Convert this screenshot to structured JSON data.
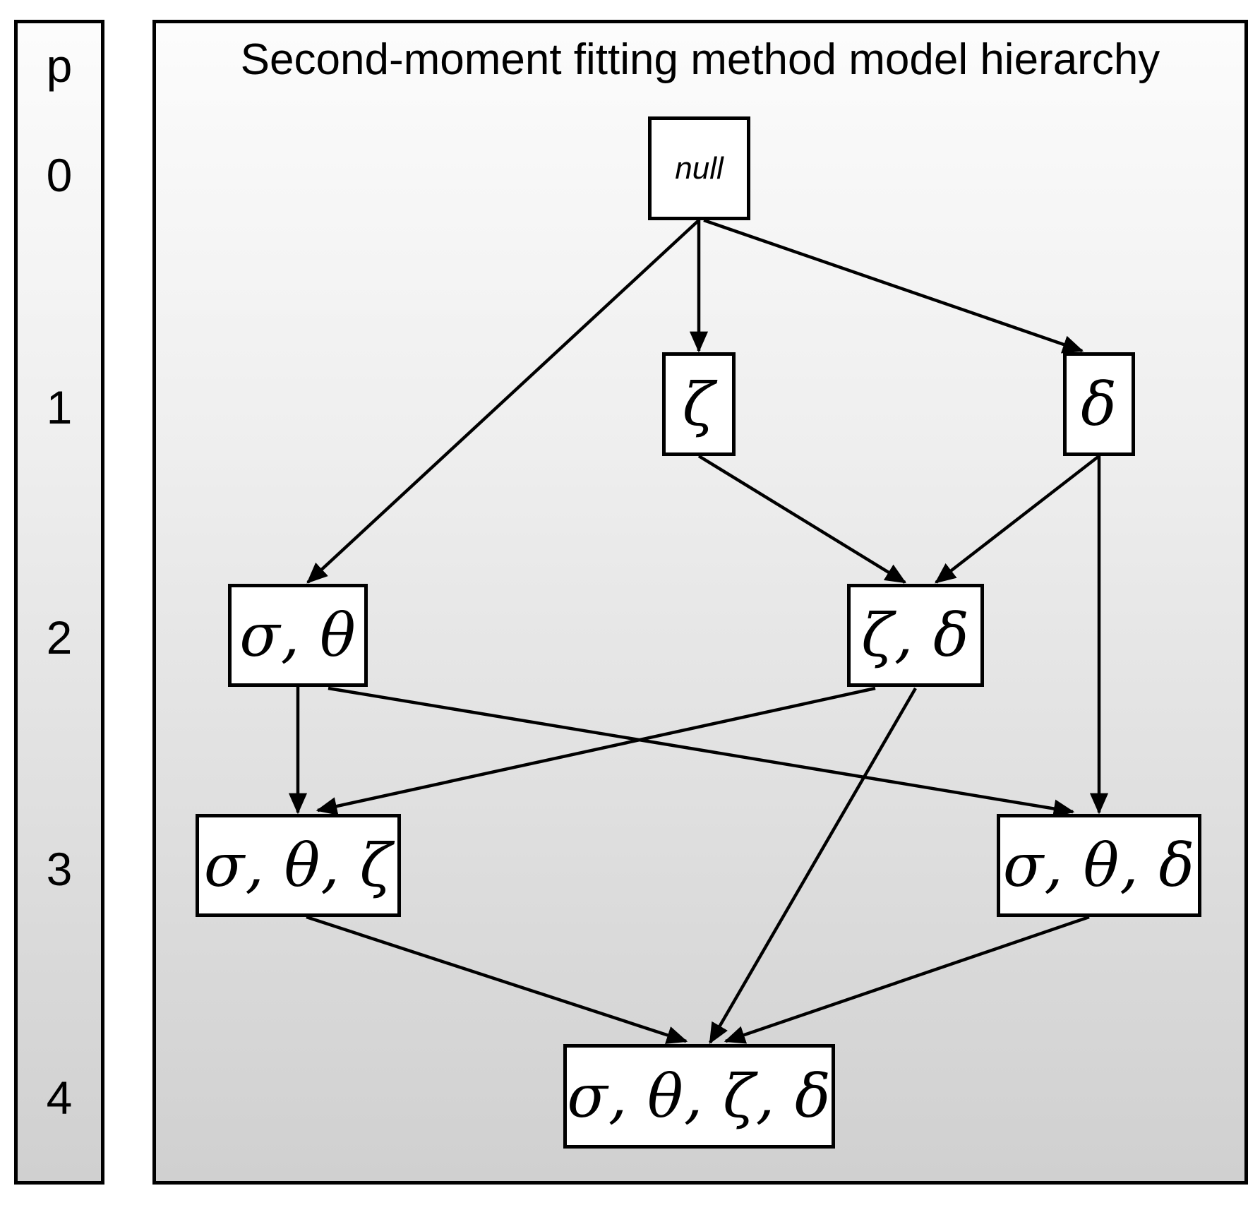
{
  "sidebar": {
    "header": "p",
    "levels": [
      "0",
      "1",
      "2",
      "3",
      "4"
    ]
  },
  "panel": {
    "title": "Second-moment fitting method model hierarchy"
  },
  "diagram": {
    "nodes": [
      {
        "id": "null",
        "label": "null",
        "p": 0
      },
      {
        "id": "zeta",
        "label": "ζ",
        "p": 1
      },
      {
        "id": "delta",
        "label": "δ",
        "p": 1
      },
      {
        "id": "sigma-theta",
        "label": "σ, θ",
        "p": 2
      },
      {
        "id": "zeta-delta",
        "label": "ζ, δ",
        "p": 2
      },
      {
        "id": "sigma-theta-zeta",
        "label": "σ, θ, ζ",
        "p": 3
      },
      {
        "id": "sigma-theta-delta",
        "label": "σ, θ, δ",
        "p": 3
      },
      {
        "id": "sigma-theta-zeta-delta",
        "label": "σ, θ, ζ, δ",
        "p": 4
      }
    ],
    "edges": [
      {
        "from": "null",
        "to": "sigma-theta"
      },
      {
        "from": "null",
        "to": "zeta"
      },
      {
        "from": "null",
        "to": "delta"
      },
      {
        "from": "zeta",
        "to": "zeta-delta"
      },
      {
        "from": "delta",
        "to": "zeta-delta"
      },
      {
        "from": "delta",
        "to": "sigma-theta-delta"
      },
      {
        "from": "sigma-theta",
        "to": "sigma-theta-zeta"
      },
      {
        "from": "sigma-theta",
        "to": "sigma-theta-delta"
      },
      {
        "from": "zeta-delta",
        "to": "sigma-theta-zeta"
      },
      {
        "from": "zeta-delta",
        "to": "sigma-theta-zeta-delta"
      },
      {
        "from": "sigma-theta-zeta",
        "to": "sigma-theta-zeta-delta"
      },
      {
        "from": "sigma-theta-delta",
        "to": "sigma-theta-zeta-delta"
      }
    ]
  },
  "colors": {
    "line": "#000000",
    "box_fill": "#ffffff",
    "bg_top": "#fcfcfc",
    "bg_bottom": "#d0d0d0"
  }
}
